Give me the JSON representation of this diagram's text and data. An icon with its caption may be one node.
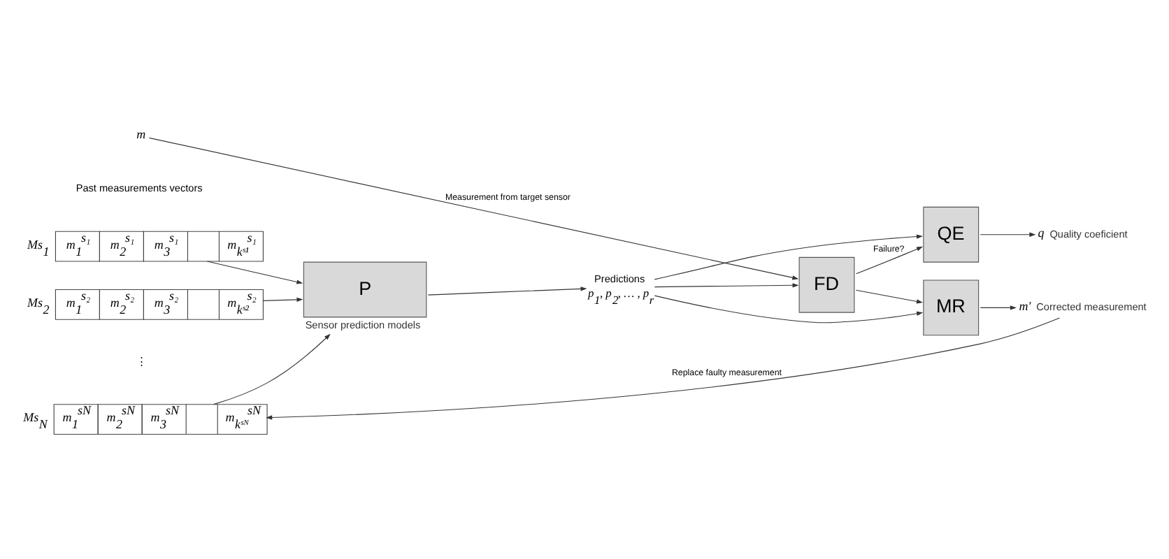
{
  "diagram": {
    "nodes": [
      {
        "text": [
          "m"
        ]
      },
      {
        "text": [
          "FD"
        ]
      },
      {
        "text": [
          "QE"
        ]
      },
      {
        "text": [
          "q"
        ],
        "beside": [
          "Quality coeficient"
        ]
      },
      {
        "text": [
          "MR"
        ]
      },
      {
        "text": [
          "m′"
        ],
        "beside": [
          "Corrected measurement"
        ]
      },
      {
        "text": [
          "Predictions",
          "p$_{1}$, p$_{2}$, … , p$_{r}$"
        ]
      },
      {
        "text": [
          "m$_{1}$$^{s₁}$",
          "m$_{2}$$^{s₁}$",
          "m$_{3}$$^{s₁}$",
          "m$_{kˢ¹}$$^{s₁}$"
        ],
        "beside": [
          "Ms$_{1}$"
        ]
      },
      {
        "text": [
          "m$_{1}$$^{s₂}$",
          "m$_{2}$$^{s₂}$",
          "m$_{3}$$^{s₂}$",
          "m$_{kˢ²}$$^{s₂}$"
        ],
        "beside": [
          "Ms$_{2}$"
        ]
      },
      {
        "text": [
          "m$_{1}$$^{sN}$",
          "m$_{2}$$^{sN}$",
          "m$_{3}$$^{sN}$",
          "m$_{kˢᴺ}$$^{sN}$"
        ],
        "beside": [
          "Ms$_{N}$"
        ]
      },
      {
        "text": [
          "P"
        ],
        "beside": [
          "Sensor prediction models"
        ]
      }
    ],
    "edges": [
      {
        "from": 0,
        "to": 1,
        "arrow": "to",
        "label": "Measurement from target sensor"
      },
      {
        "from": 1,
        "to": 2,
        "arrow": "to",
        "label": "Failure?"
      },
      {
        "from": 1,
        "to": 4,
        "arrow": "to"
      },
      {
        "from": 6,
        "to": 1,
        "arrow": "to"
      },
      {
        "from": 6,
        "to": 2,
        "arrow": "to"
      },
      {
        "from": 6,
        "to": 4,
        "arrow": "to"
      },
      {
        "from": 10,
        "to": 6,
        "arrow": "to"
      },
      {
        "from": 7,
        "to": 10,
        "arrow": "to"
      },
      {
        "from": 8,
        "to": 10,
        "arrow": "to"
      },
      {
        "from": 9,
        "to": 10,
        "arrow": "to"
      },
      {
        "from": 2,
        "to": 3,
        "arrow": "to"
      },
      {
        "from": 4,
        "to": 5,
        "arrow": "to"
      },
      {
        "from": 5,
        "to": 9,
        "arrow": "to",
        "label": "Replace faulty measurement"
      }
    ],
    "labels": [
      "Past measurements vectors",
      "⋮"
    ]
  }
}
